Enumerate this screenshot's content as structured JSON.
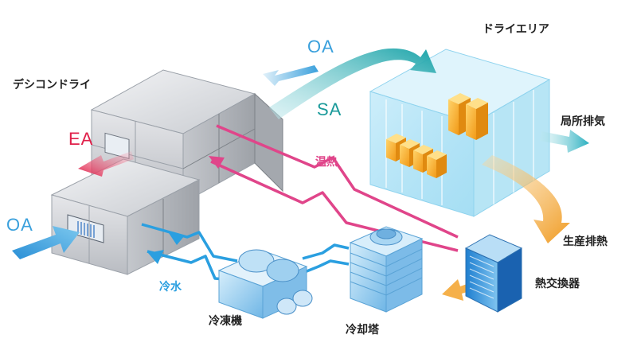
{
  "labels": {
    "desiccant_dry": "デシコンドライ",
    "dry_area": "ドライエリア",
    "oa_top": "OA",
    "sa": "SA",
    "ea": "EA",
    "oa_left": "OA",
    "local_exhaust": "局所排気",
    "warm_heat": "温熱",
    "production_exhaust": "生産排熱",
    "heat_exchanger": "熱交換器",
    "chilled_water": "冷水",
    "chiller": "冷凍機",
    "cooling_tower": "冷却塔"
  },
  "colors": {
    "oa": "#3aa0dc",
    "sa": "#1a9a9a",
    "ea": "#e0204a",
    "warm": "#e0458a",
    "chilled": "#2a9fe0",
    "exhaust": "#f0a030",
    "text": "#222222"
  }
}
